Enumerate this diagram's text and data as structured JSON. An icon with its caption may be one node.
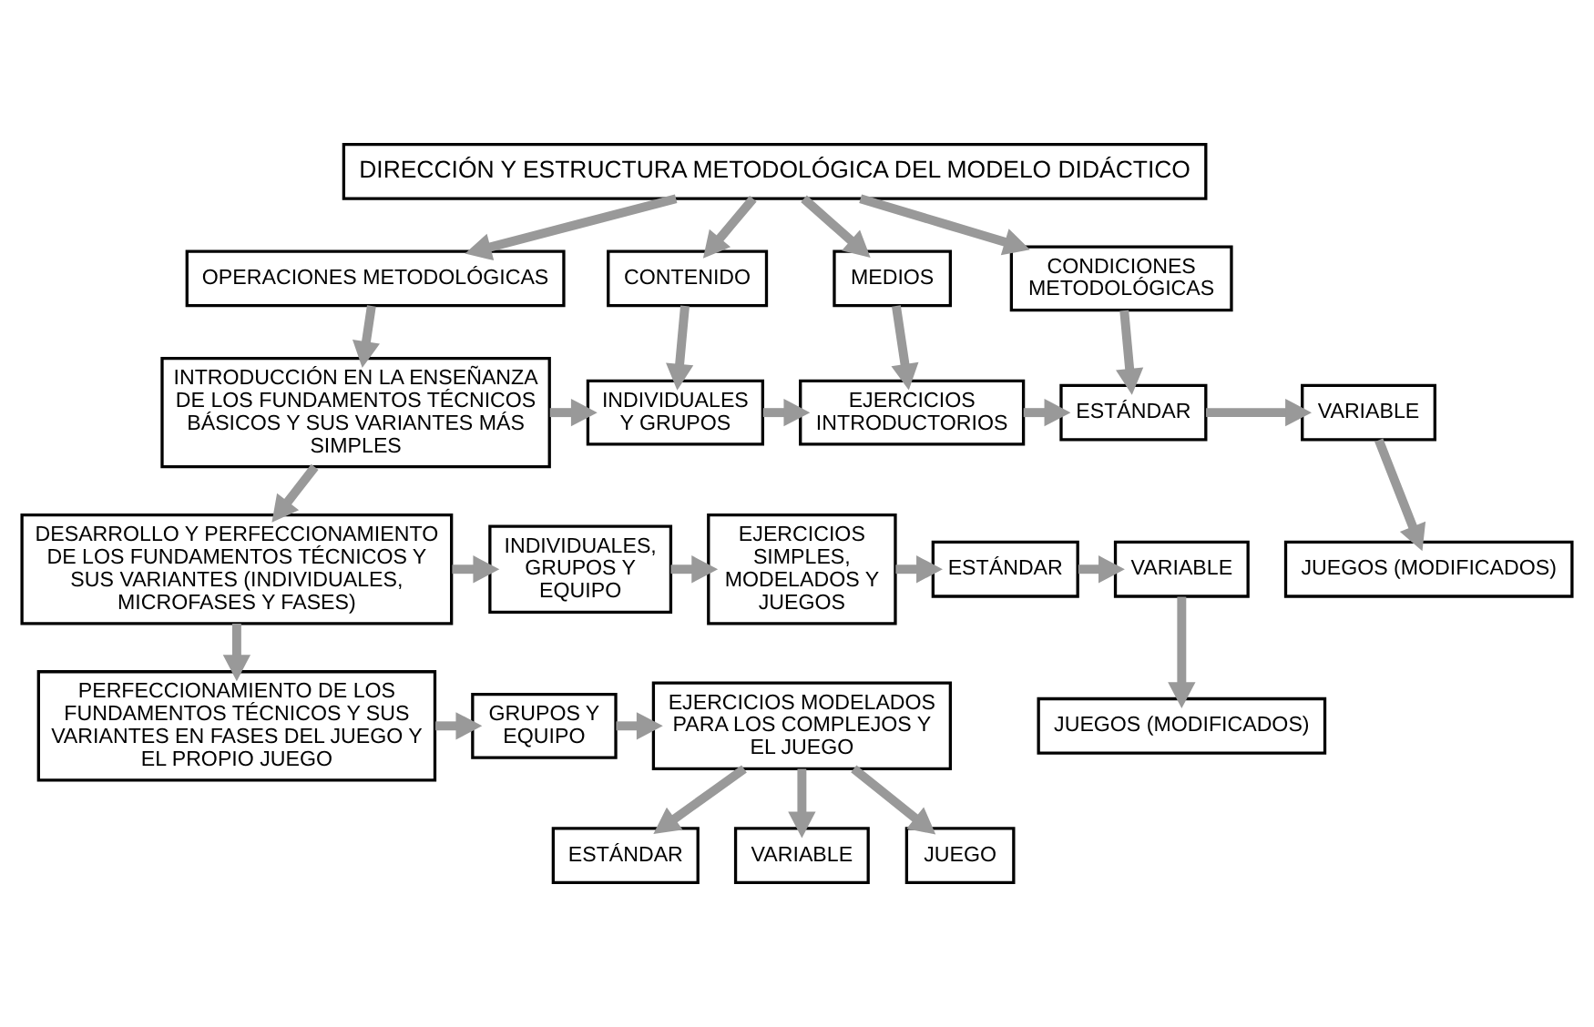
{
  "diagram": {
    "nodes": [
      {
        "text": [
          "DIRECCIÓN Y ESTRUCTURA METODOLÓGICA DEL MODELO DIDÁCTICO"
        ]
      },
      {
        "text": [
          "OPERACIONES METODOLÓGICAS"
        ]
      },
      {
        "text": [
          "CONTENIDO"
        ]
      },
      {
        "text": [
          "MEDIOS"
        ]
      },
      {
        "text": [
          "CONDICIONES METODOLÓGICAS"
        ]
      },
      {
        "text": [
          "INTRODUCCIÓN EN LA ENSEÑANZA DE LOS FUNDAMENTOS TÉCNICOS BÁSICOS Y SUS VARIANTES MÁS SIMPLES"
        ]
      },
      {
        "text": [
          "INDIVIDUALES Y GRUPOS"
        ]
      },
      {
        "text": [
          "EJERCICIOS INTRODUCTORIOS"
        ]
      },
      {
        "text": [
          "ESTÁNDAR"
        ]
      },
      {
        "text": [
          "VARIABLE"
        ]
      },
      {
        "text": [
          "JUEGOS (MODIFICADOS)"
        ]
      },
      {
        "text": [
          "DESARROLLO Y PERFECCIONAMIENTO DE LOS FUNDAMENTOS TÉCNICOS Y SUS VARIANTES (INDIVIDUALES, MICROFASES Y FASES)"
        ]
      },
      {
        "text": [
          "INDIVIDUALES, GRUPOS Y EQUIPO"
        ]
      },
      {
        "text": [
          "EJERCICIOS SIMPLES, MODELADOS Y JUEGOS"
        ]
      },
      {
        "text": [
          "ESTÁNDAR"
        ]
      },
      {
        "text": [
          "VARIABLE"
        ]
      },
      {
        "text": [
          "JUEGOS (MODIFICADOS)"
        ]
      },
      {
        "text": [
          "PERFECCIONAMIENTO DE LOS FUNDAMENTOS TÉCNICOS Y SUS VARIANTES EN FASES DEL JUEGO Y EL PROPIO JUEGO"
        ]
      },
      {
        "text": [
          "GRUPOS Y EQUIPO"
        ]
      },
      {
        "text": [
          "EJERCICIOS MODELADOS PARA LOS COMPLEJOS Y EL JUEGO"
        ]
      },
      {
        "text": [
          "ESTÁNDAR"
        ]
      },
      {
        "text": [
          "VARIABLE"
        ]
      },
      {
        "text": [
          "JUEGO"
        ]
      }
    ],
    "edges": [
      {
        "from": 0,
        "to": 1,
        "arrow": "to"
      },
      {
        "from": 0,
        "to": 2,
        "arrow": "to"
      },
      {
        "from": 0,
        "to": 3,
        "arrow": "to"
      },
      {
        "from": 0,
        "to": 4,
        "arrow": "to"
      },
      {
        "from": 1,
        "to": 5,
        "arrow": "to"
      },
      {
        "from": 2,
        "to": 6,
        "arrow": "to"
      },
      {
        "from": 3,
        "to": 7,
        "arrow": "to"
      },
      {
        "from": 4,
        "to": 8,
        "arrow": "to"
      },
      {
        "from": 5,
        "to": 6,
        "arrow": "to"
      },
      {
        "from": 6,
        "to": 7,
        "arrow": "to"
      },
      {
        "from": 7,
        "to": 8,
        "arrow": "to"
      },
      {
        "from": 8,
        "to": 9,
        "arrow": "to"
      },
      {
        "from": 9,
        "to": 10,
        "arrow": "to"
      },
      {
        "from": 5,
        "to": 11,
        "arrow": "to"
      },
      {
        "from": 11,
        "to": 12,
        "arrow": "to"
      },
      {
        "from": 12,
        "to": 13,
        "arrow": "to"
      },
      {
        "from": 13,
        "to": 14,
        "arrow": "to"
      },
      {
        "from": 14,
        "to": 15,
        "arrow": "to"
      },
      {
        "from": 15,
        "to": 16,
        "arrow": "to"
      },
      {
        "from": 11,
        "to": 17,
        "arrow": "to"
      },
      {
        "from": 17,
        "to": 18,
        "arrow": "to"
      },
      {
        "from": 18,
        "to": 19,
        "arrow": "to"
      },
      {
        "from": 19,
        "to": 20,
        "arrow": "to"
      },
      {
        "from": 19,
        "to": 21,
        "arrow": "to"
      },
      {
        "from": 19,
        "to": 22,
        "arrow": "to"
      }
    ]
  }
}
